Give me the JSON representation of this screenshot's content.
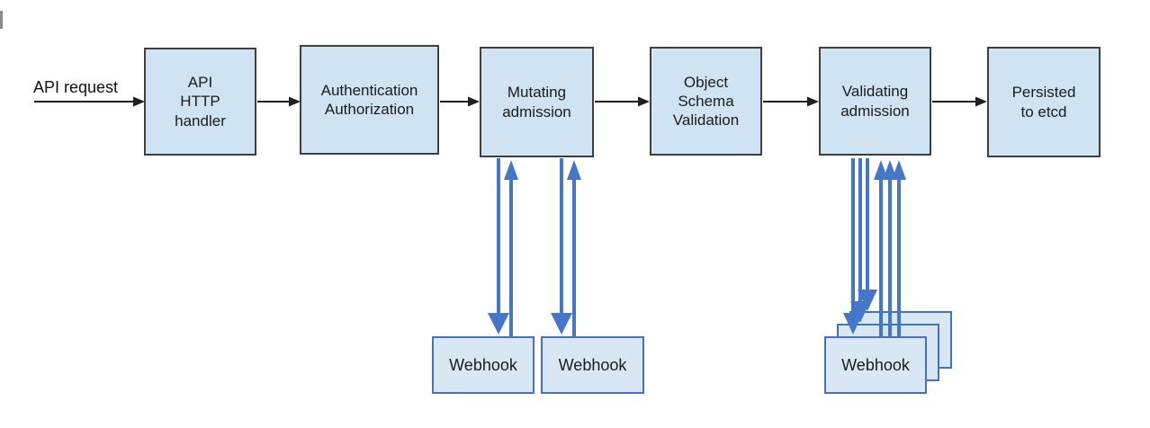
{
  "request": {
    "label": "API request"
  },
  "flow": {
    "nodes": [
      {
        "id": "api-http-handler",
        "label": "API\nHTTP\nhandler"
      },
      {
        "id": "authentication-authorization",
        "label": "Authentication\nAuthorization"
      },
      {
        "id": "mutating-admission",
        "label": "Mutating\nadmission"
      },
      {
        "id": "object-schema-validation",
        "label": "Object\nSchema\nValidation"
      },
      {
        "id": "validating-admission",
        "label": "Validating\nadmission"
      },
      {
        "id": "persisted-to-etcd",
        "label": "Persisted\nto etcd"
      }
    ]
  },
  "webhooks": {
    "mutating": [
      {
        "label": "Webhook"
      },
      {
        "label": "Webhook"
      }
    ],
    "validating": [
      {
        "label": "Webhook"
      }
    ]
  },
  "colors": {
    "node_fill": "#cfe3f2",
    "node_border": "#3f3f3f",
    "webhook_fill": "#d9e7f5",
    "webhook_border": "#4673b8",
    "arrow_blue": "#4577c8",
    "arrow_black": "#1f1f1f",
    "text": "#1c1c1c",
    "background": "#ffffff"
  }
}
